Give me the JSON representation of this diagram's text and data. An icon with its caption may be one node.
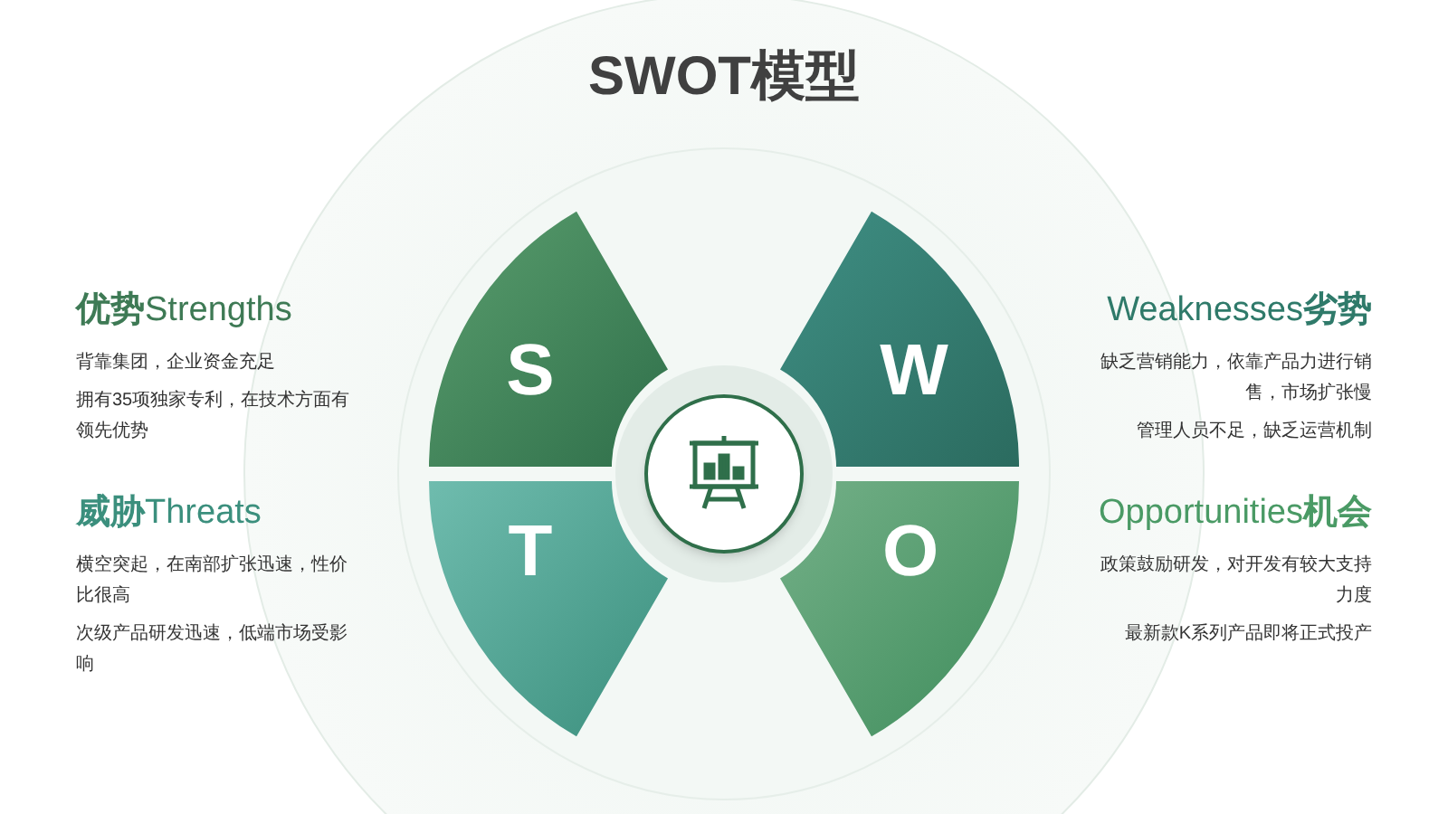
{
  "diagram": {
    "title": "SWOT模型",
    "nodes": [
      {
        "text": [
          "S"
        ]
      },
      {
        "text": [
          "W"
        ]
      },
      {
        "text": [
          "T"
        ]
      },
      {
        "text": [
          "O"
        ]
      },
      {
        "text": [],
        "shape": "circle"
      }
    ],
    "labels": [
      "**优势**Strengths",
      "背靠集团，企业资金充足",
      "拥有35项独家专利，在技术方面有领先优势",
      "Weaknesses**劣势**",
      "缺乏营销能力，依靠产品力进行销售，市场扩张慢",
      "管理人员不足，缺乏运营机制",
      "**威胁**Threats",
      "横空突起，在南部扩张迅速，性价比很高",
      "次级产品研发迅速，低端市场受影响",
      "Opportunities**机会**",
      "政策鼓励研发，对开发有较大支持力度",
      "最新款K系列产品即将正式投产"
    ]
  }
}
